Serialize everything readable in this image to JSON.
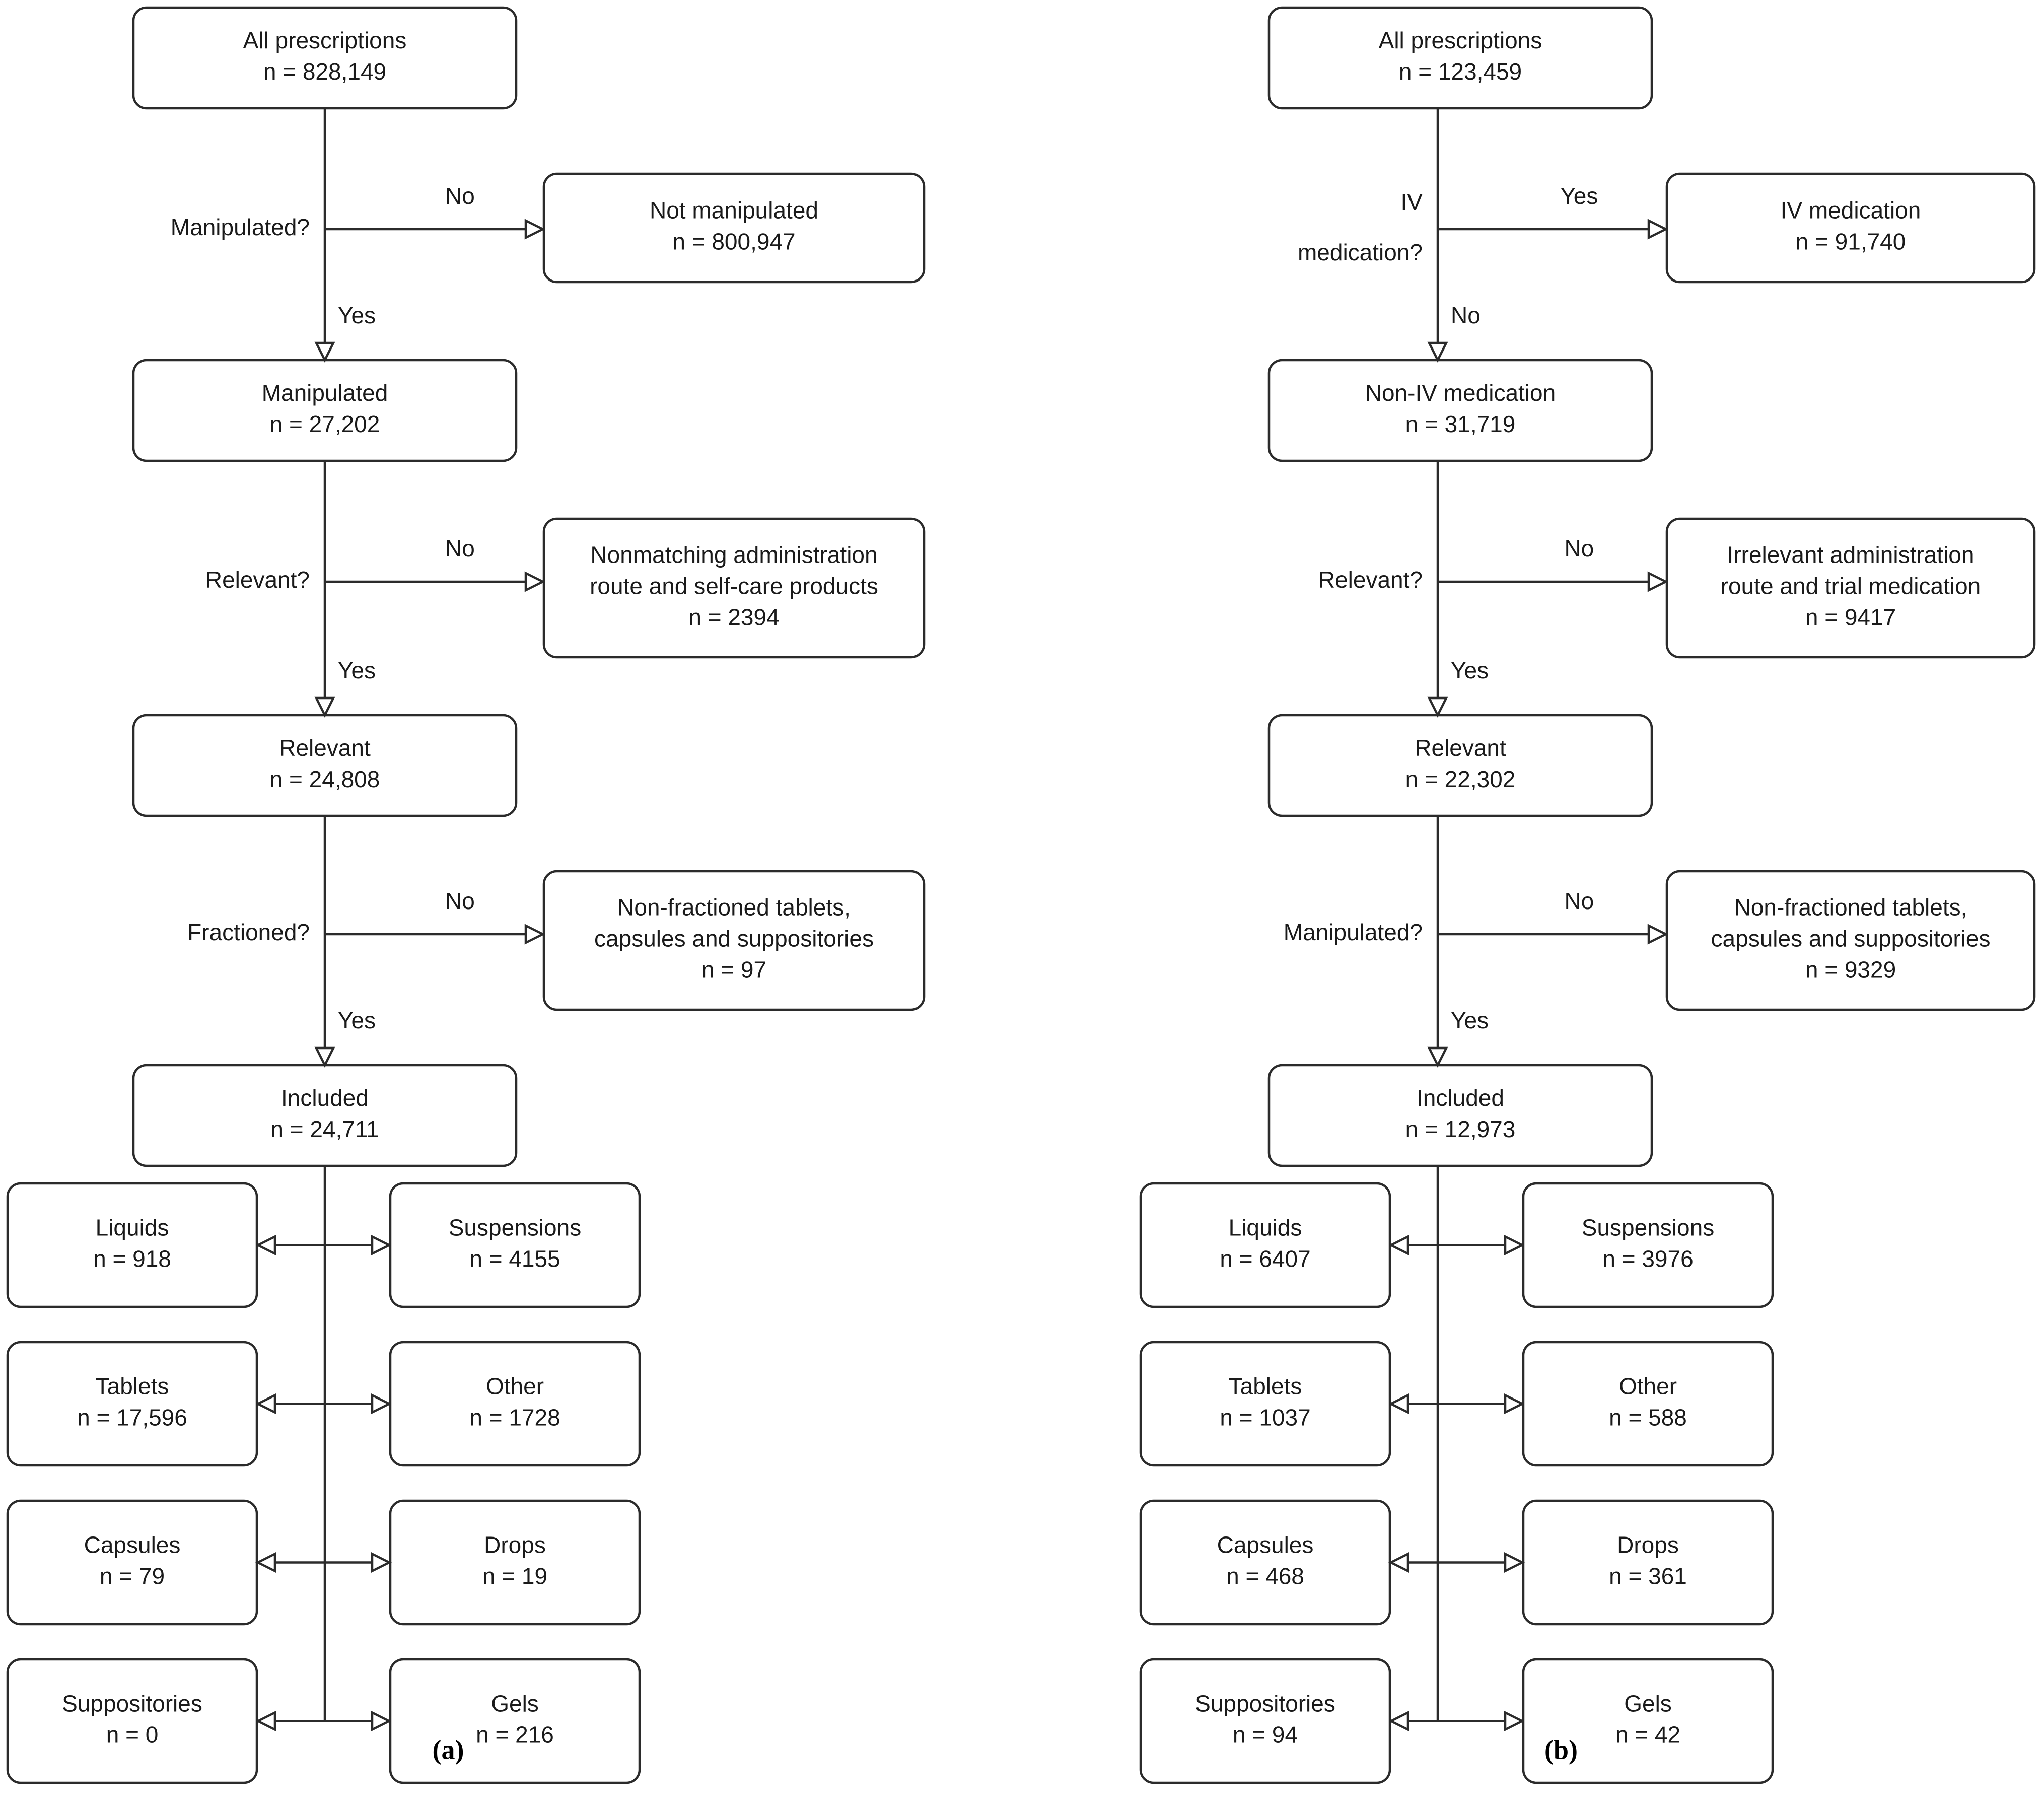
{
  "figure": {
    "type": "flowchart",
    "description": "Two-panel patient/prescription selection flow diagram",
    "panels": [
      {
        "id": "a",
        "caption": "(a)",
        "nodes": [
          {
            "key": "all_prescriptions",
            "label": "All prescriptions",
            "count": "n = 828,149"
          },
          {
            "key": "not_manipulated",
            "label": "Not manipulated",
            "count": "n = 800,947"
          },
          {
            "key": "manipulated",
            "label": "Manipulated",
            "count": "n = 27,202"
          },
          {
            "key": "nonmatching",
            "label_line1": "Nonmatching administration",
            "label_line2": "route and self-care products",
            "count": "n = 2394"
          },
          {
            "key": "relevant",
            "label": "Relevant",
            "count": "n = 24,808"
          },
          {
            "key": "non_fractioned",
            "label_line1": "Non-fractioned tablets,",
            "label_line2": "capsules and suppositories",
            "count": "n = 97"
          },
          {
            "key": "included",
            "label": "Included",
            "count": "n = 24,711"
          }
        ],
        "decisions": [
          {
            "key": "manipulated_q",
            "label": "Manipulated?",
            "branch_side": "No",
            "branch_down": "Yes"
          },
          {
            "key": "relevant_q",
            "label": "Relevant?",
            "branch_side": "No",
            "branch_down": "Yes"
          },
          {
            "key": "fractioned_q",
            "label": "Fractioned?",
            "branch_side": "No",
            "branch_down": "Yes"
          }
        ],
        "categories": [
          {
            "left_label": "Liquids",
            "left_count": "n = 918",
            "right_label": "Suspensions",
            "right_count": "n = 4155"
          },
          {
            "left_label": "Tablets",
            "left_count": "n = 17,596",
            "right_label": "Other",
            "right_count": "n = 1728"
          },
          {
            "left_label": "Capsules",
            "left_count": "n = 79",
            "right_label": "Drops",
            "right_count": "n = 19"
          },
          {
            "left_label": "Suppositories",
            "left_count": "n = 0",
            "right_label": "Gels",
            "right_count": "n = 216"
          }
        ]
      },
      {
        "id": "b",
        "caption": "(b)",
        "nodes": [
          {
            "key": "all_prescriptions",
            "label": "All prescriptions",
            "count": "n = 123,459"
          },
          {
            "key": "iv_medication",
            "label": "IV medication",
            "count": "n = 91,740"
          },
          {
            "key": "non_iv_medication",
            "label": "Non-IV medication",
            "count": "n = 31,719"
          },
          {
            "key": "irrelevant",
            "label_line1": "Irrelevant administration",
            "label_line2": "route and trial medication",
            "count": "n = 9417"
          },
          {
            "key": "relevant",
            "label": "Relevant",
            "count": "n = 22,302"
          },
          {
            "key": "non_fractioned",
            "label_line1": "Non-fractioned tablets,",
            "label_line2": "capsules and suppositories",
            "count": "n = 9329"
          },
          {
            "key": "included",
            "label": "Included",
            "count": "n = 12,973"
          }
        ],
        "decisions": [
          {
            "key": "iv_medication_q",
            "label_line1": "IV",
            "label_line2": "medication?",
            "branch_side": "Yes",
            "branch_down": "No"
          },
          {
            "key": "relevant_q",
            "label": "Relevant?",
            "branch_side": "No",
            "branch_down": "Yes"
          },
          {
            "key": "manipulated_q",
            "label": "Manipulated?",
            "branch_side": "No",
            "branch_down": "Yes"
          }
        ],
        "categories": [
          {
            "left_label": "Liquids",
            "left_count": "n = 6407",
            "right_label": "Suspensions",
            "right_count": "n = 3976"
          },
          {
            "left_label": "Tablets",
            "left_count": "n = 1037",
            "right_label": "Other",
            "right_count": "n = 588"
          },
          {
            "left_label": "Capsules",
            "left_count": "n = 468",
            "right_label": "Drops",
            "right_count": "n = 361"
          },
          {
            "left_label": "Suppositories",
            "left_count": "n = 94",
            "right_label": "Gels",
            "right_count": "n = 42"
          }
        ]
      }
    ],
    "colors": {
      "stroke": "#2b2b2b",
      "text": "#1a1a1a",
      "background": "#ffffff"
    }
  }
}
